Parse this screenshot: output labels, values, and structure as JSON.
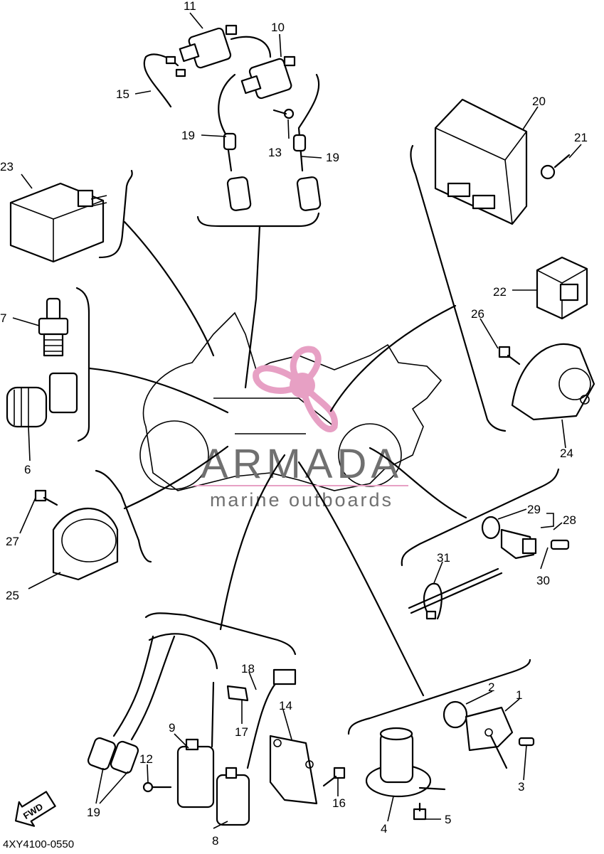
{
  "parts": {
    "p1": "1",
    "p2": "2",
    "p3": "3",
    "p4": "4",
    "p5": "5",
    "p6": "6",
    "p7": "7",
    "p8": "8",
    "p9": "9",
    "p10": "10",
    "p11": "11",
    "p12": "12",
    "p13": "13",
    "p14": "14",
    "p15": "15",
    "p16": "16",
    "p17": "17",
    "p18": "18",
    "p19": "19",
    "p20": "20",
    "p21": "21",
    "p22": "22",
    "p23": "23",
    "p24": "24",
    "p25": "25",
    "p26": "26",
    "p27": "27",
    "p28": "28",
    "p29": "29",
    "p30": "30",
    "p31": "31"
  },
  "watermark": {
    "brand": "ARMADA",
    "tagline": "marine outboards",
    "accent": "#e7a0c4",
    "text_color": "#707070"
  },
  "fwd_label": "FWD",
  "diagram_code": "4XY4100-0550"
}
